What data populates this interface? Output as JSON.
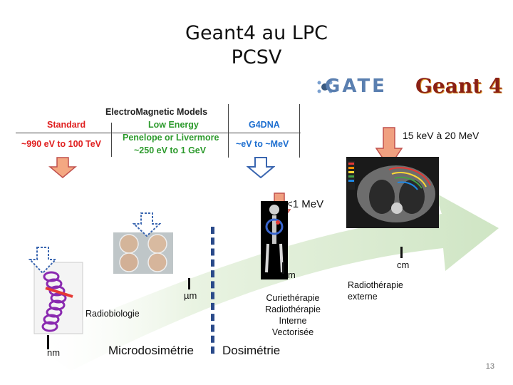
{
  "title": {
    "line1": "Geant4 au LPC",
    "line2": "PCSV"
  },
  "logos": {
    "gate": "GATE",
    "geant": "Geant 4"
  },
  "em_table": {
    "heading": "ElectroMagnetic Models",
    "columns": [
      {
        "name": "Standard",
        "range": "~990 eV to 100 TeV",
        "color": "#e02020"
      },
      {
        "name": "Low Energy",
        "subname": "Penelope or Livermore",
        "range": "~250 eV to 1 GeV",
        "color": "#2c9a2c"
      },
      {
        "name": "G4DNA",
        "range": "~eV to ~MeV",
        "color": "#1e6fd0"
      }
    ]
  },
  "energy_labels": {
    "high": "15 keV à 20 MeV",
    "low": "<1 MeV"
  },
  "scale_labels": {
    "nm": "nm",
    "um": "µm",
    "mm": "m",
    "cm": "cm"
  },
  "domains": {
    "radiobiologie": "Radiobiologie",
    "curietherapie": [
      "Curiethérapie",
      "Radiothérapie",
      "Interne",
      "Vectorisée"
    ],
    "radiotherapie_externe": [
      "Radiothérapie",
      "externe"
    ],
    "microdosimetrie": "Microdosimétrie",
    "dosimetrie": "Dosimétrie"
  },
  "page_number": "13",
  "colors": {
    "arrow_fill": "#f0a080",
    "arrow_stroke": "#c0504d",
    "arrow_blue": "#3a66b0",
    "band": "#d8ecd0"
  }
}
